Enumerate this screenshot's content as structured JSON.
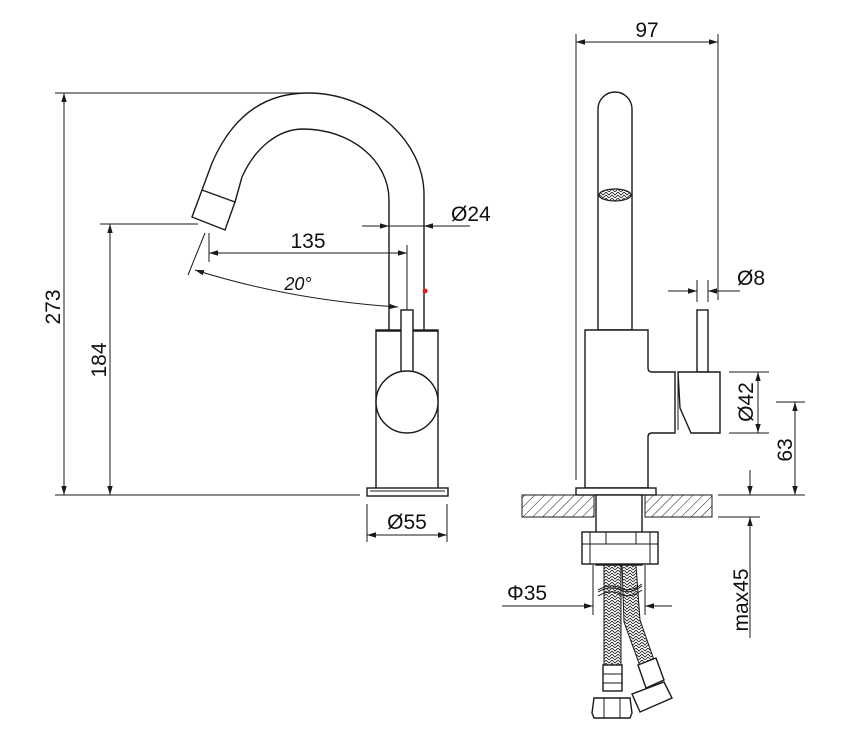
{
  "drawing": {
    "side_view": {
      "total_height": "273",
      "spout_height": "184",
      "spout_reach": "135",
      "swivel_angle": "20°",
      "spout_diameter": "Ø24",
      "base_diameter": "Ø55"
    },
    "front_view": {
      "total_width": "97",
      "lever_diameter": "Ø8",
      "body_diameter": "Ø42",
      "lever_height": "63",
      "shank_diameter": "Φ35",
      "max_deck_thickness": "max45"
    },
    "colors": {
      "line": "#1a1a1a",
      "marker": "#e02020"
    }
  }
}
